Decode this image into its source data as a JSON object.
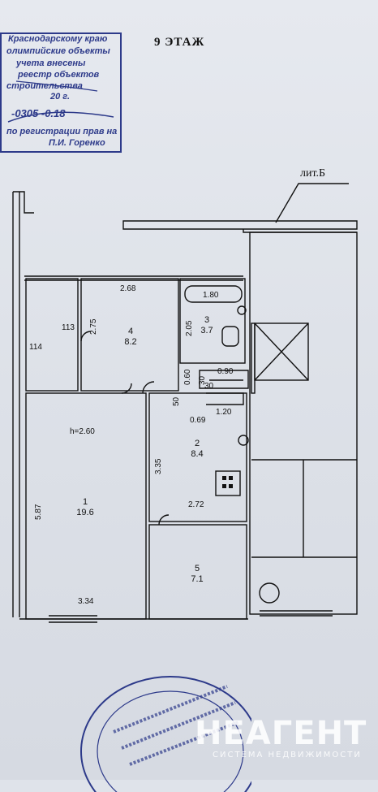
{
  "stamp": {
    "lines": [
      "Краснодарскому краю",
      "олимпийские объекты",
      "учета внесены",
      "реестр объектов",
      "строительства",
      "20 г.",
      "-0305 -0.18",
      "по регистрации прав на",
      "П.И. Горенко"
    ]
  },
  "floor_title": "9 ЭТАЖ",
  "building_label": "лит.Б",
  "rooms": [
    {
      "number": "1",
      "area": "19.6"
    },
    {
      "number": "2",
      "area": "8.4"
    },
    {
      "number": "3",
      "area": "3.7"
    },
    {
      "number": "4",
      "area": "8.2"
    },
    {
      "number": "5",
      "area": "7.1"
    }
  ],
  "dimensions": {
    "d268": "2.68",
    "d275": "2.75",
    "d113": "113",
    "d114": "114",
    "d180": "1.80",
    "d205": "2.05",
    "d090": "0.90",
    "d060": "0.60",
    "d30a": "30",
    "d30b": "30",
    "d50": "50",
    "d069": "0.69",
    "d120": "1.20",
    "d260": "h=2.60",
    "d335": "3.35",
    "d587": "5.87",
    "d272": "2.72",
    "d334": "3.34"
  },
  "watermark": {
    "brand": "НЕАГЕНТ",
    "subtitle": "СИСТЕМА НЕДВИЖИМОСТИ"
  },
  "colors": {
    "ink": "#111111",
    "stamp": "#2d3a8a",
    "paper": "#e2e5ec"
  }
}
